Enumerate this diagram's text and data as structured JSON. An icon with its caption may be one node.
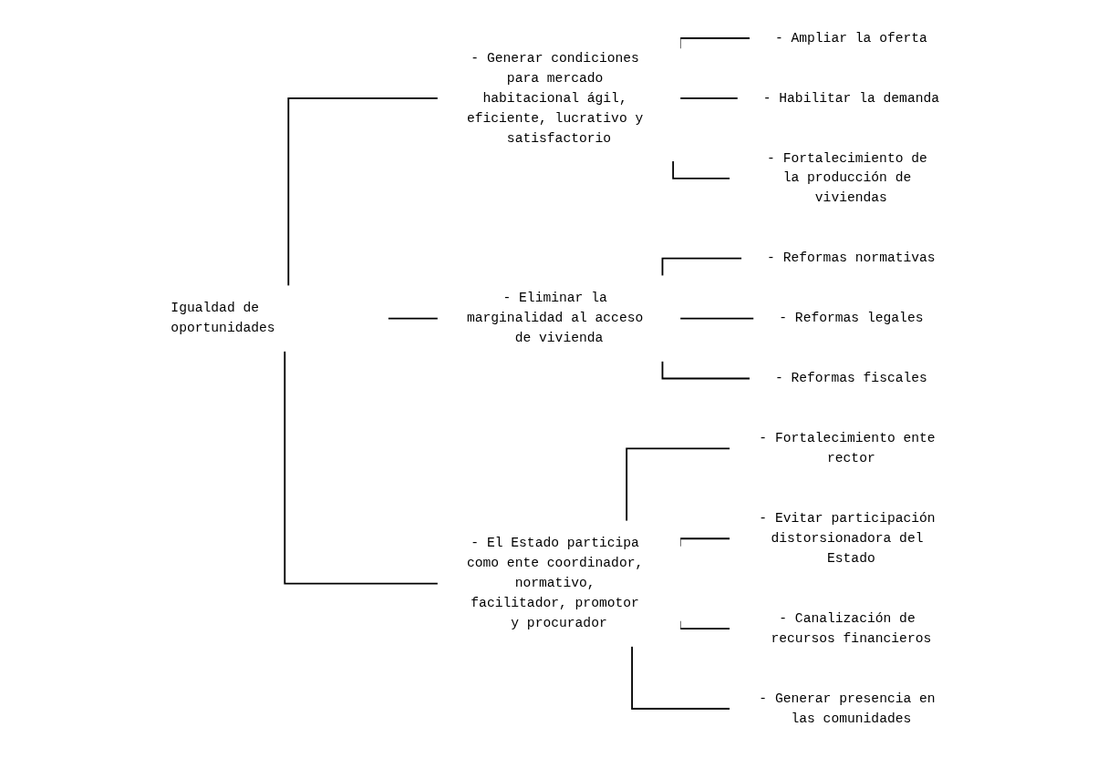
{
  "diagram": {
    "nodes": [
      {
        "text": [
          "Igualdad de oportunidades"
        ]
      },
      {
        "text": [
          "- Generar condiciones para mercado habitacional ágil, eficiente, lucrativo y satisfactorio"
        ]
      },
      {
        "text": [
          "- Eliminar la marginalidad al acceso de vivienda"
        ]
      },
      {
        "text": [
          "- El Estado participa como ente coordinador, normativo, facilitador, promotor y procurador"
        ]
      },
      {
        "text": [
          "- Ampliar la oferta"
        ]
      },
      {
        "text": [
          "- Habilitar la demanda"
        ]
      },
      {
        "text": [
          "- Fortalecimiento de la producción de viviendas"
        ]
      },
      {
        "text": [
          "- Reformas normativas"
        ]
      },
      {
        "text": [
          "- Reformas legales"
        ]
      },
      {
        "text": [
          "- Reformas fiscales"
        ]
      },
      {
        "text": [
          "- Fortalecimiento ente rector"
        ]
      },
      {
        "text": [
          "- Evitar participación distorsionadora del Estado"
        ]
      },
      {
        "text": [
          "- Canalización de recursos financieros"
        ]
      },
      {
        "text": [
          "- Generar presencia en las comunidades"
        ]
      }
    ],
    "edges": [
      {
        "from": 0,
        "to": 1,
        "arrow": "none"
      },
      {
        "from": 0,
        "to": 2,
        "arrow": "none"
      },
      {
        "from": 0,
        "to": 3,
        "arrow": "none"
      },
      {
        "from": 1,
        "to": 4,
        "arrow": "none"
      },
      {
        "from": 1,
        "to": 5,
        "arrow": "none"
      },
      {
        "from": 1,
        "to": 6,
        "arrow": "none"
      },
      {
        "from": 2,
        "to": 7,
        "arrow": "none"
      },
      {
        "from": 2,
        "to": 8,
        "arrow": "none"
      },
      {
        "from": 2,
        "to": 9,
        "arrow": "none"
      },
      {
        "from": 3,
        "to": 10,
        "arrow": "none"
      },
      {
        "from": 3,
        "to": 11,
        "arrow": "none"
      },
      {
        "from": 3,
        "to": 12,
        "arrow": "none"
      },
      {
        "from": 3,
        "to": 13,
        "arrow": "none"
      }
    ]
  }
}
